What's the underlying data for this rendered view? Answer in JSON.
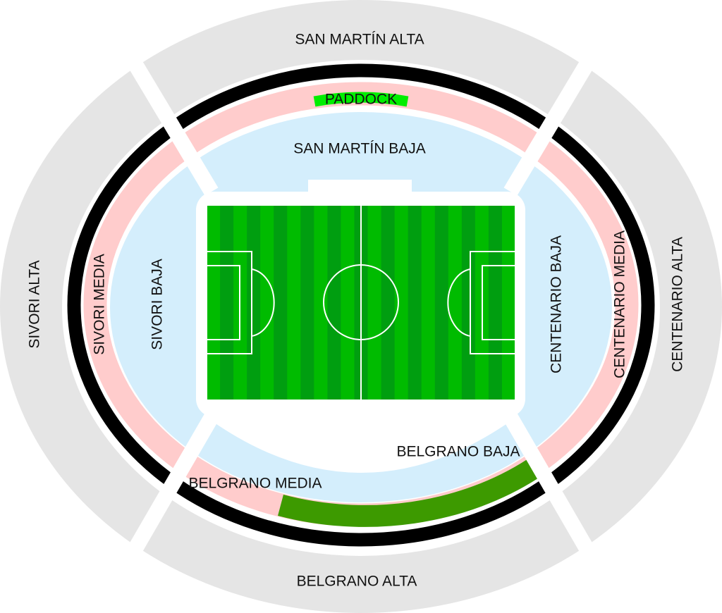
{
  "sections": {
    "san_martin_alta": "SAN MARTÍN ALTA",
    "paddock": "PADDOCK",
    "san_martin_baja": "SAN MARTÍN BAJA",
    "sivori_alta": "SIVORI ALTA",
    "sivori_media": "SIVORI MEDIA",
    "sivori_baja": "SIVORI BAJA",
    "centenario_baja": "CENTENARIO BAJA",
    "centenario_media": "CENTENARIO MEDIA",
    "centenario_alta": "CENTENARIO ALTA",
    "belgrano_baja": "BELGRANO BAJA",
    "belgrano_media": "BELGRANO MEDIA",
    "belgrano_alta": "BELGRANO ALTA"
  },
  "colors": {
    "alta": "#e5e5e5",
    "ring": "#000000",
    "media": "#ffcccc",
    "baja": "#d4eefc",
    "paddock": "#00ee00",
    "highlight": "#3d9a00",
    "pitch_light": "#00bb00",
    "pitch_dark": "#009e10"
  }
}
